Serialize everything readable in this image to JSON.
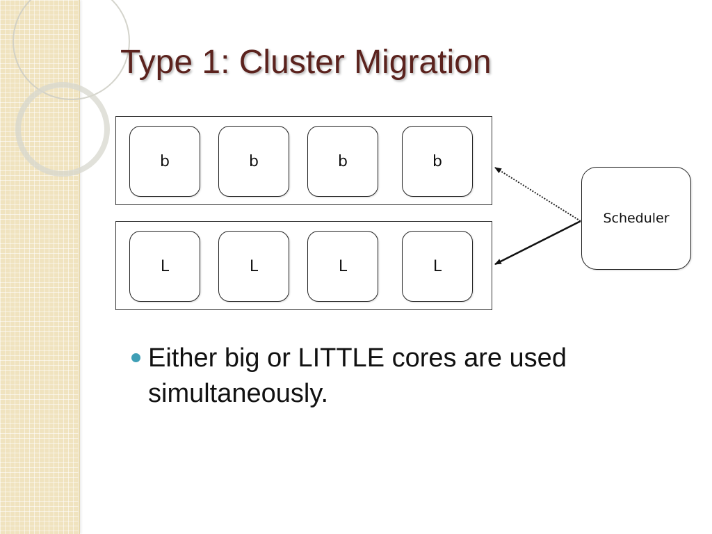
{
  "slide": {
    "title": "Type 1: Cluster Migration",
    "diagram": {
      "big_cluster": {
        "cores": [
          "b",
          "b",
          "b",
          "b"
        ]
      },
      "little_cluster": {
        "cores": [
          "L",
          "L",
          "L",
          "L"
        ]
      },
      "scheduler_label": "Scheduler"
    },
    "bullets": [
      "Either big or LITTLE cores are used simultaneously."
    ],
    "colors": {
      "title": "#5b221d",
      "bullet": "#3f9fb6",
      "sidebar": "#f0e3bf"
    }
  }
}
